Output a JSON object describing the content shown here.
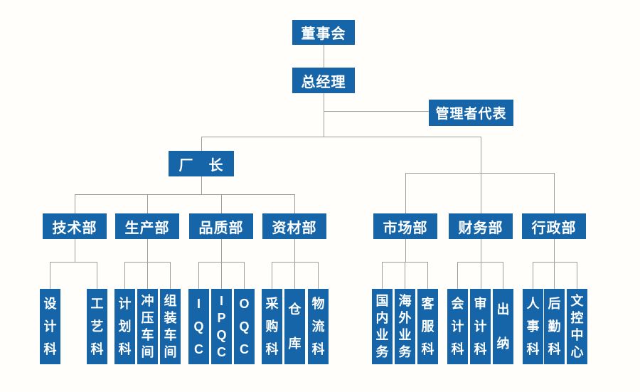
{
  "page": {
    "background_color": "#fffefa",
    "description_colors": {
      "box_fill": "#1565a8",
      "box_text_color": "#ffffff",
      "line_color": "#9e9e9e"
    }
  },
  "nodes": {
    "board": {
      "label": "董事会"
    },
    "general_manager": {
      "label": "总经理"
    },
    "management_representative": {
      "label": "管理者代表"
    },
    "factory_director": {
      "label": "厂　长"
    },
    "dept_technology": {
      "label": "技术部"
    },
    "dept_production": {
      "label": "生产部"
    },
    "dept_quality": {
      "label": "品质部"
    },
    "dept_materials": {
      "label": "资材部"
    },
    "dept_marketing": {
      "label": "市场部"
    },
    "dept_finance": {
      "label": "财务部"
    },
    "dept_admin": {
      "label": "行政部"
    },
    "design_section": {
      "label": "设计科"
    },
    "craft_section": {
      "label": "工艺科"
    },
    "planning_section": {
      "label": "计划科"
    },
    "stamping_workshop": {
      "label": "冲压车间"
    },
    "assembly_workshop": {
      "label": "组装车间"
    },
    "iqc": {
      "label": "IQC"
    },
    "ipqc": {
      "label": "IPQC"
    },
    "oqc": {
      "label": "OQC"
    },
    "purchasing_section": {
      "label": "采购科"
    },
    "warehouse": {
      "label": "仓库"
    },
    "logistics_section": {
      "label": "物流科"
    },
    "domestic_business": {
      "label": "国内业务"
    },
    "overseas_business": {
      "label": "海外业务"
    },
    "customer_service_section": {
      "label": "客服科"
    },
    "accounting_section": {
      "label": "会计科"
    },
    "audit_section": {
      "label": "审计科"
    },
    "cashier": {
      "label": "出纳"
    },
    "hr_section": {
      "label": "人事科"
    },
    "logistics_support_section": {
      "label": "后勤科"
    },
    "document_control_center": {
      "label": "文控中心"
    }
  },
  "hierarchy": [
    {
      "parent": "董事会",
      "children": [
        "总经理"
      ]
    },
    {
      "parent": "总经理",
      "children": [
        "管理者代表",
        "厂　长",
        "市场部",
        "财务部",
        "行政部"
      ]
    },
    {
      "parent": "厂　长",
      "children": [
        "技术部",
        "生产部",
        "品质部",
        "资材部"
      ]
    },
    {
      "parent": "技术部",
      "children": [
        "设计科",
        "工艺科"
      ]
    },
    {
      "parent": "生产部",
      "children": [
        "计划科",
        "冲压车间",
        "组装车间"
      ]
    },
    {
      "parent": "品质部",
      "children": [
        "IQC",
        "IPQC",
        "OQC"
      ]
    },
    {
      "parent": "资材部",
      "children": [
        "采购科",
        "仓库",
        "物流科"
      ]
    },
    {
      "parent": "市场部",
      "children": [
        "国内业务",
        "海外业务",
        "客服科"
      ]
    },
    {
      "parent": "财务部",
      "children": [
        "会计科",
        "审计科",
        "出纳"
      ]
    },
    {
      "parent": "行政部",
      "children": [
        "人事科",
        "后勤科",
        "文控中心"
      ]
    }
  ]
}
